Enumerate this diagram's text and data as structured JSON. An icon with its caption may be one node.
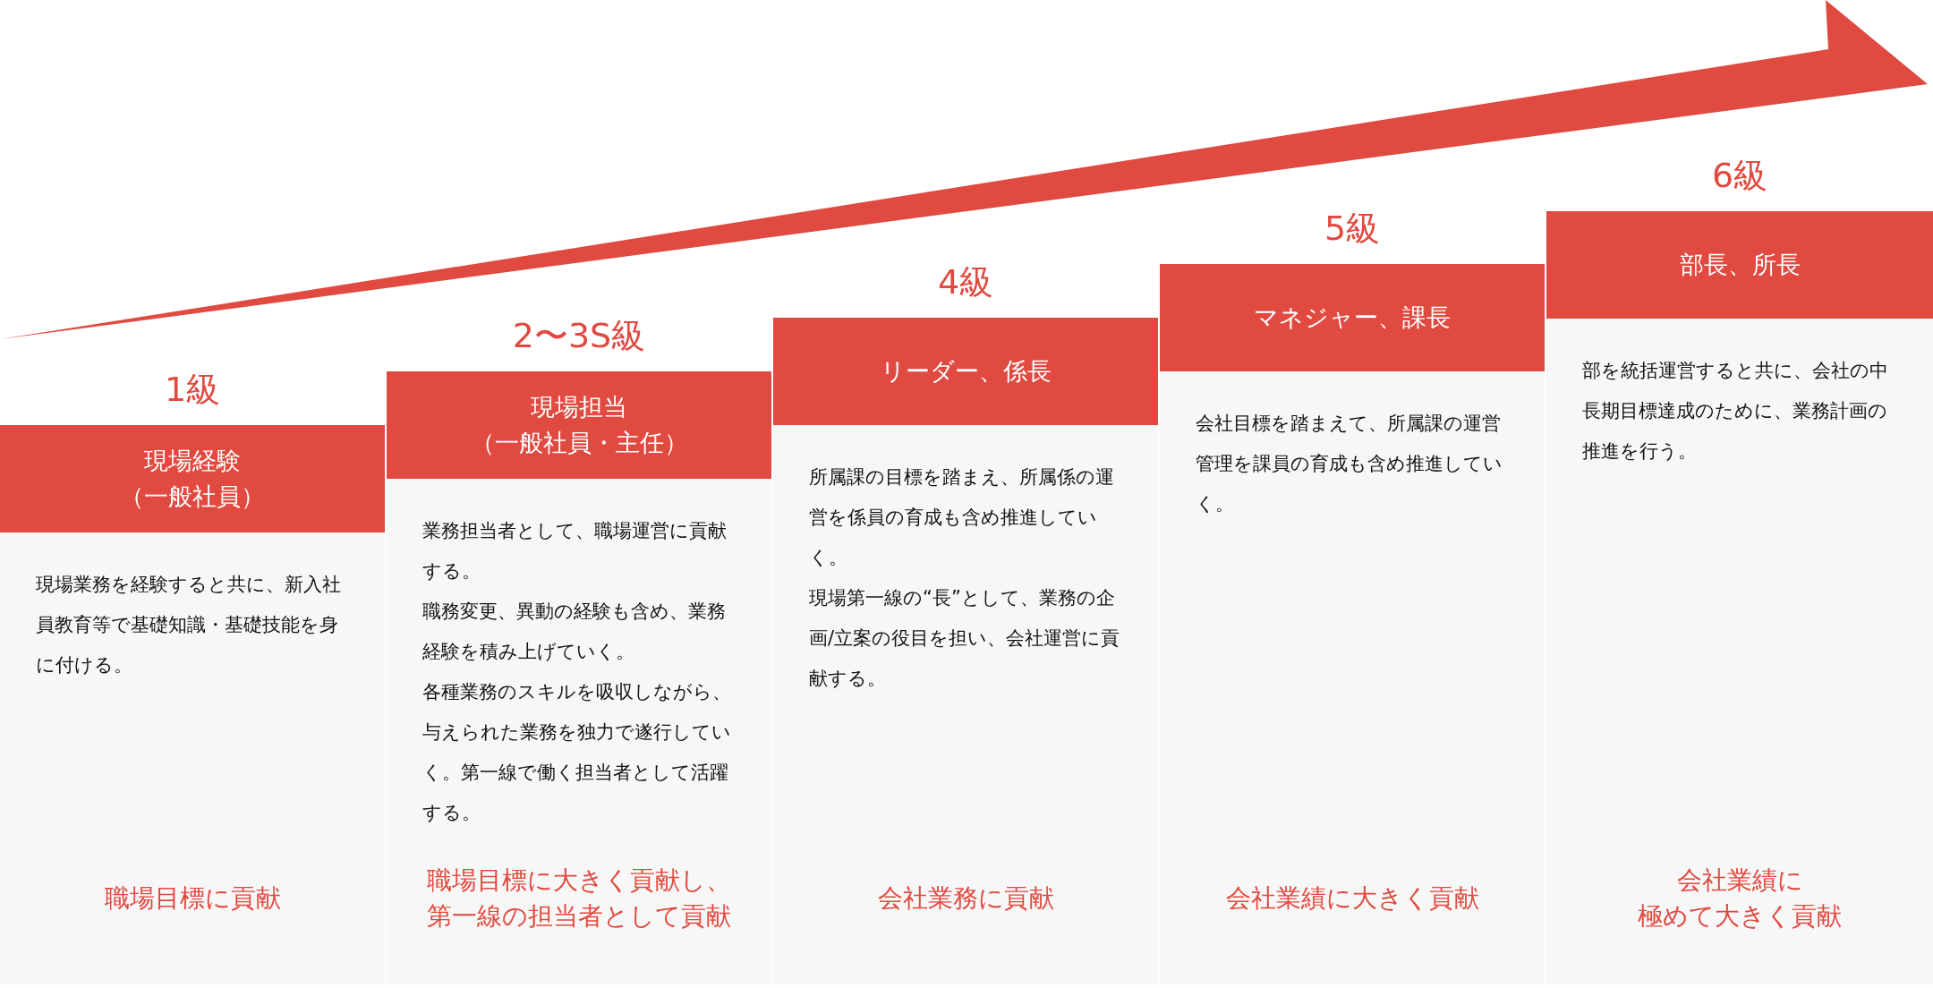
{
  "diagram": {
    "nodes": [
      {
        "text": [
          "現場経験",
          "（一般社員）"
        ],
        "beside": [
          "1級"
        ]
      },
      {
        "text": [
          "現場業務を経験すると共に、新入社員教育等で基礎知識・基礎技能を身に付ける。",
          "職場目標に貢献"
        ]
      },
      {
        "text": [
          "現場担当",
          "（一般社員・主任）"
        ],
        "beside": [
          "2〜3S級"
        ]
      },
      {
        "text": [
          "業務担当者として、職場運営に貢献する。",
          "職務変更、異動の経験も含め、業務経験を積み上げていく。",
          "各種業務のスキルを吸収しながら、与えられた業務を独力で遂行していく。第一線で働く担当者として活躍する。",
          "職場目標に大きく貢献し、第一線の担当者として貢献"
        ]
      },
      {
        "text": [
          "リーダー、係長"
        ],
        "beside": [
          "4級"
        ]
      },
      {
        "text": [
          "所属課の目標を踏まえ、所属係の運営を係員の育成も含め推進していく。",
          "現場第一線の“長”として、業務の企画/立案の役目を担い、会社運営に貢献する。",
          "会社業務に貢献"
        ]
      },
      {
        "text": [
          "マネジャー、課長"
        ],
        "beside": [
          "5級"
        ]
      },
      {
        "text": [
          "会社目標を踏まえて、所属課の運営管理を課員の育成も含め推進していく。",
          "会社業績に大きく貢献"
        ]
      },
      {
        "text": [
          "部長、所長"
        ],
        "beside": [
          "6級"
        ]
      },
      {
        "text": [
          "部を統括運営すると共に、会社の中長期目標達成のために、業務計画の推進を行う。",
          "会社業績に極めて大きく貢献"
        ]
      }
    ]
  }
}
